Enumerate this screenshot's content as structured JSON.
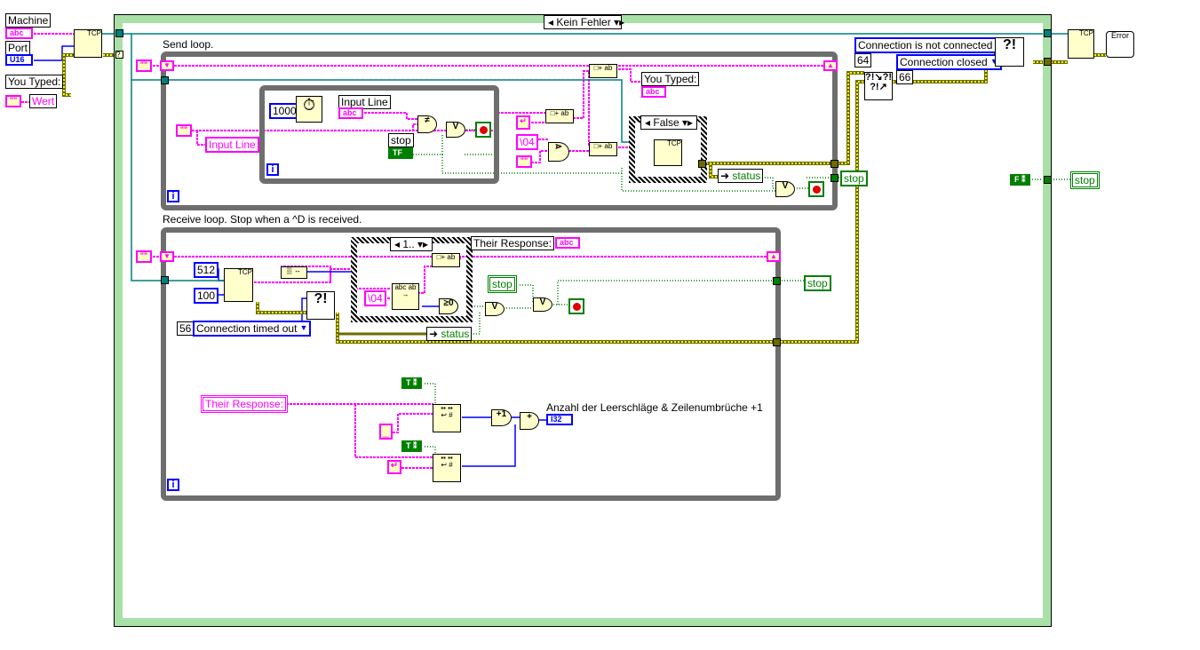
{
  "colors": {
    "string_wire": "#ff00ff",
    "numeric_wire": "#0000ff",
    "refnum_wire": "#007f7f",
    "boolean_wire": "#007f00",
    "error_wire": "#9a9a00",
    "loop_frame": "#6e6e6e",
    "case_frame": "#a8e0a8"
  },
  "left": {
    "machine_label": "Machine",
    "machine_type": "abc",
    "port_label": "Port",
    "port_type": "U16",
    "you_typed_label": "You Typed:",
    "you_typed_local": "Wert",
    "empty_string": "\"\""
  },
  "case_outer": {
    "selector": "Kein Fehler"
  },
  "send_loop": {
    "label": "Send loop.",
    "empty_string": "\"\"",
    "input_line_local": "Input Line",
    "input_line_label": "Input Line",
    "input_line_type": "abc",
    "wait_ms": "1000",
    "stop_label": "stop",
    "stop_type": "TF",
    "eot": "\\04",
    "empty2": "\"\"",
    "you_typed_label": "You Typed:",
    "you_typed_type": "abc",
    "inner_case": "False",
    "status": "status",
    "iteration": "i"
  },
  "receive_loop": {
    "label": "Receive loop.  Stop when a ^D is received.",
    "empty_string": "\"\"",
    "bytes": "512",
    "timeout": "100",
    "error_code": "56",
    "error_enum": "Connection timed out",
    "inner_case": "1..",
    "their_response_label": "Their Response:",
    "their_response_type": "abc",
    "eot": "\\04",
    "stop_local": "stop",
    "status": "status",
    "iteration": "i",
    "their_response_local": "Their Response:",
    "space_const": "_",
    "count_label": "Anzahl der Leerschläge & Zeilenumbrüche +1",
    "count_type": "I32",
    "increment": "+1",
    "add": "+",
    "true_const": "T"
  },
  "right": {
    "enum1": "Connection is not connected",
    "code1": "64",
    "enum2": "Connection closed",
    "code2": "66",
    "stop1": "stop",
    "stop2": "stop",
    "stop3": "stop",
    "false_const": "F",
    "tcp": "TCP",
    "error_handler": "Error"
  }
}
